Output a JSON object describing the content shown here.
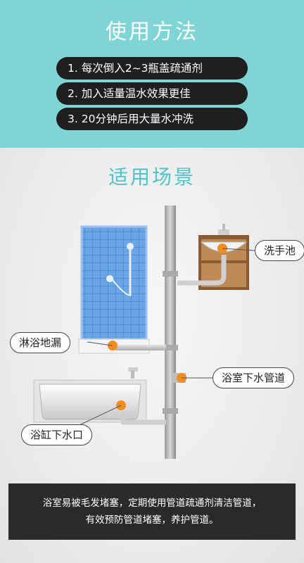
{
  "header": {
    "title": "使用方法",
    "steps": [
      "1.  每次倒入2~3瓶盖疏通剂",
      "2.  加入适量温水效果更佳",
      "3.  20分钟后用大量水冲洗"
    ]
  },
  "scenes": {
    "title": "适用场景",
    "labels": {
      "washbasin": "洗手池",
      "shower_drain": "淋浴地漏",
      "bathroom_pipe": "浴室下水管道",
      "bathtub_drain": "浴缸下水口"
    }
  },
  "note": {
    "line1": "浴室易被毛发堵塞，定期使用管道疏通剂清洁管道，",
    "line2": "有效预防管道堵塞，养护管道。"
  },
  "colors": {
    "header_bg": "#7fd5d5",
    "accent": "#4fc3c8",
    "marker": "#f28c1f",
    "pill_bg": "#1f1f1f"
  }
}
